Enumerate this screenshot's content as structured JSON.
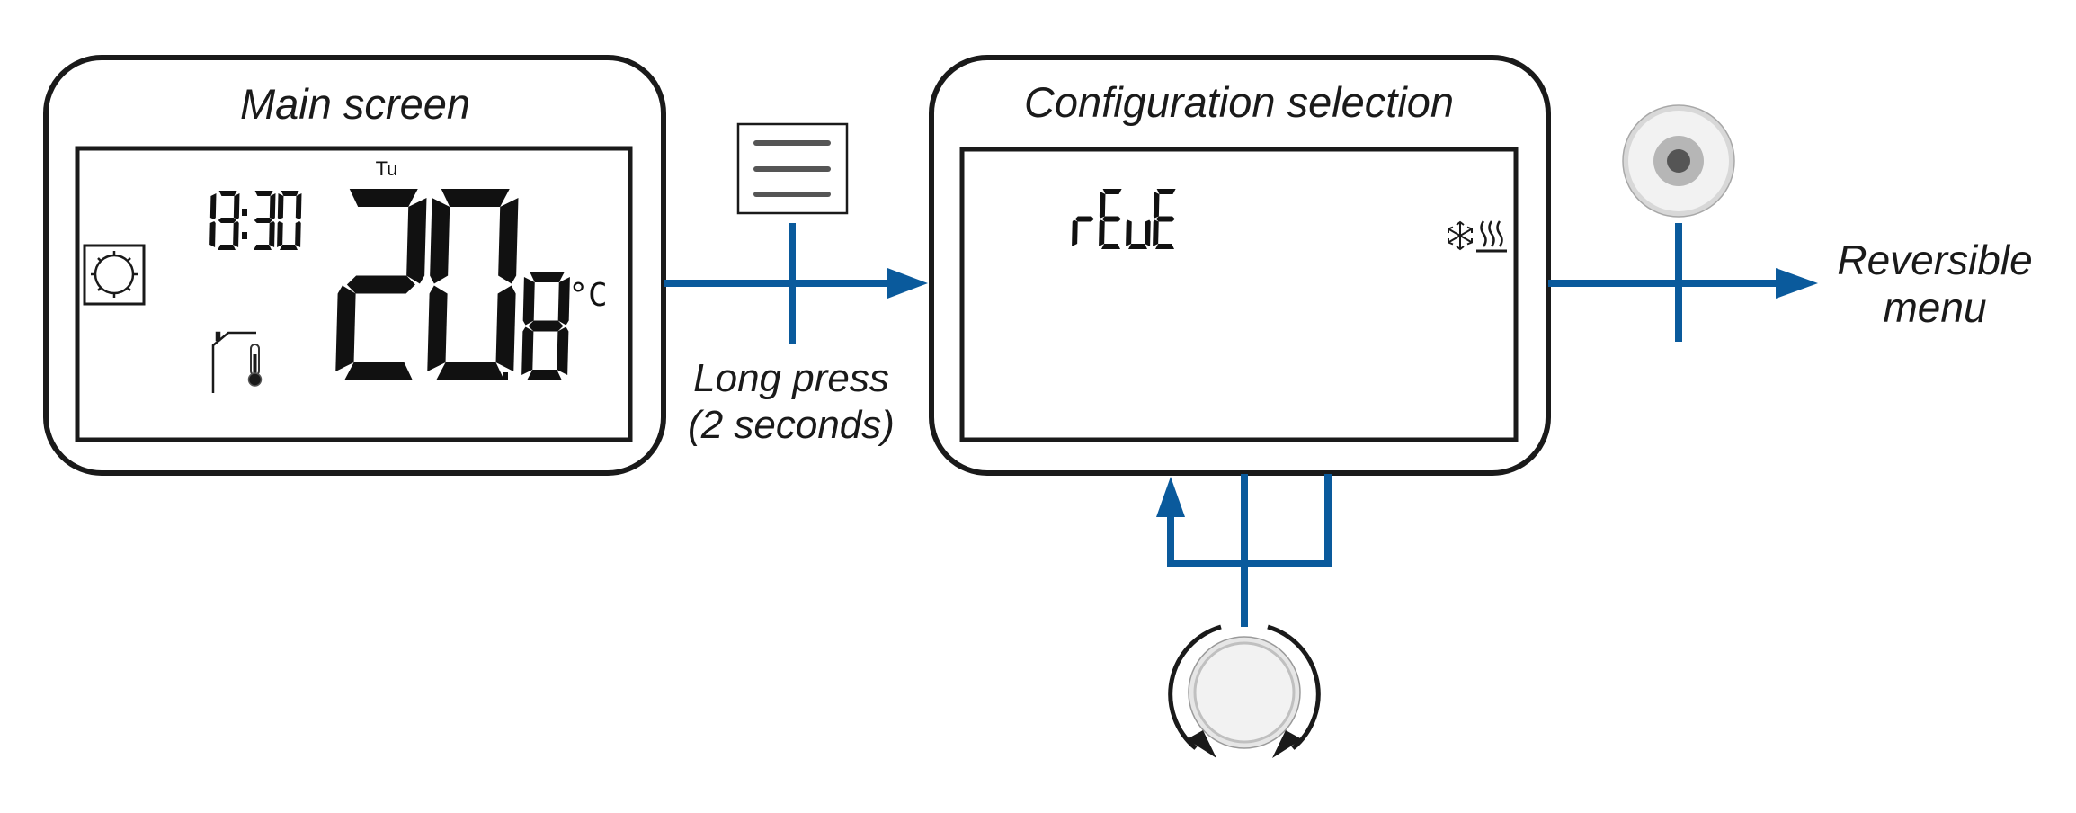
{
  "diagram": {
    "flow_color": "#0a5a9c",
    "outline_color": "#1a1a1a",
    "main_screen": {
      "title": "Main screen",
      "day": "Tu",
      "clock": "13:30",
      "temperature_integer": "20",
      "temperature_decimal": "8",
      "temperature_unit": "°C",
      "icons": [
        "sun-mode-icon",
        "house-icon",
        "thermometer-icon"
      ]
    },
    "transition_to_config": {
      "button_icon": "menu-button-icon",
      "caption_line1": "Long press",
      "caption_line2": "(2 seconds)"
    },
    "configuration_selection": {
      "title": "Configuration selection",
      "display_code": "rEvE",
      "icons": [
        "snowflake-icon",
        "heating-icon"
      ]
    },
    "rotary_knob": {
      "icon": "rotary-knob-icon",
      "action": "rotate to cycle options"
    },
    "transition_to_reversible": {
      "button_icon": "ok-button-icon",
      "target_line1": "Reversible",
      "target_line2": "menu"
    }
  }
}
